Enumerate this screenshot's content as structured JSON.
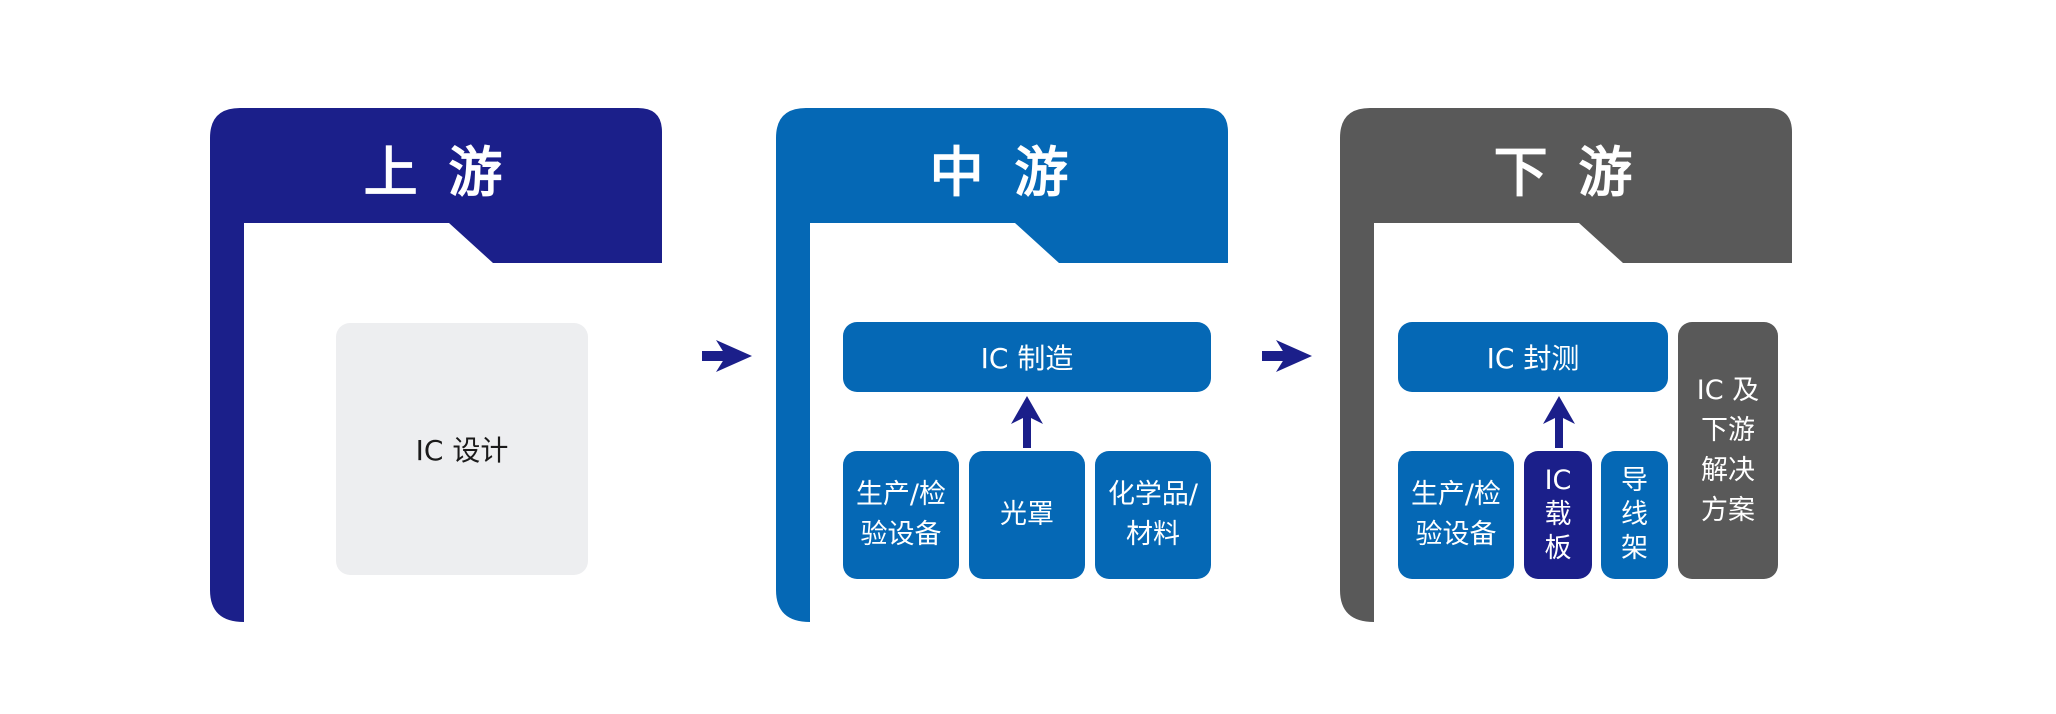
{
  "colors": {
    "upstream": "#1b1f8a",
    "midstream": "#0568b5",
    "downstream": "#595959",
    "design_box": "#edeef0",
    "arrow": "#1b1f8a"
  },
  "upstream": {
    "title": "上 游",
    "design": "IC 设计"
  },
  "midstream": {
    "title": "中 游",
    "manufacturing": "IC 制造",
    "equipment": "生产/检\n验设备",
    "photomask": "光罩",
    "chemicals": "化学品/\n材料"
  },
  "downstream": {
    "title": "下 游",
    "packaging": "IC 封测",
    "equipment": "生产/检\n验设备",
    "substrate": "IC\n载\n板",
    "leadframe": "导\n线\n架",
    "solutions": "IC 及\n下游\n解决\n方案"
  }
}
